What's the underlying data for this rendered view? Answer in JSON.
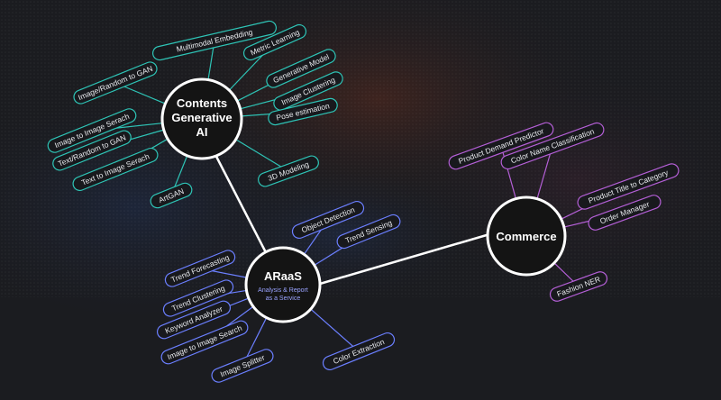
{
  "colors": {
    "background": "#1b1c20",
    "hub_fill": "#141414",
    "hub_stroke": "#ffffff",
    "connector": "#ffffff",
    "contents_ai": "#2ec4b6",
    "araas": "#6b7fff",
    "commerce": "#b45fd6",
    "araas_subtitle": "#9aa3ff"
  },
  "hubs": {
    "contents_ai": {
      "lines": [
        "Contents",
        "Generative",
        "AI"
      ]
    },
    "araas": {
      "title": "ARaaS",
      "subtitle": [
        "Analysis & Report",
        "as a Service"
      ]
    },
    "commerce": {
      "title": "Commerce"
    }
  },
  "clusters": {
    "contents_ai": [
      "Multimodal Embedding",
      "Metric Learning",
      "Generative Model",
      "Image Clustering",
      "Pose estimation",
      "Image/Random to GAN",
      "Image to Image Serach",
      "Text/Random to GAN",
      "Text to Image Serach",
      "ArtGAN",
      "3D Modeling"
    ],
    "araas": [
      "Object Detection",
      "Trend Sensing",
      "Trend Forecasting",
      "Trend Clustering",
      "Keyword Analyzer",
      "Image to Image Search",
      "Image Splitter",
      "Color Extraction"
    ],
    "commerce": [
      "Product Demand Predictor",
      "Color Name Classification",
      "Product Title to Category",
      "Order Manager",
      "Fashion NER"
    ]
  }
}
